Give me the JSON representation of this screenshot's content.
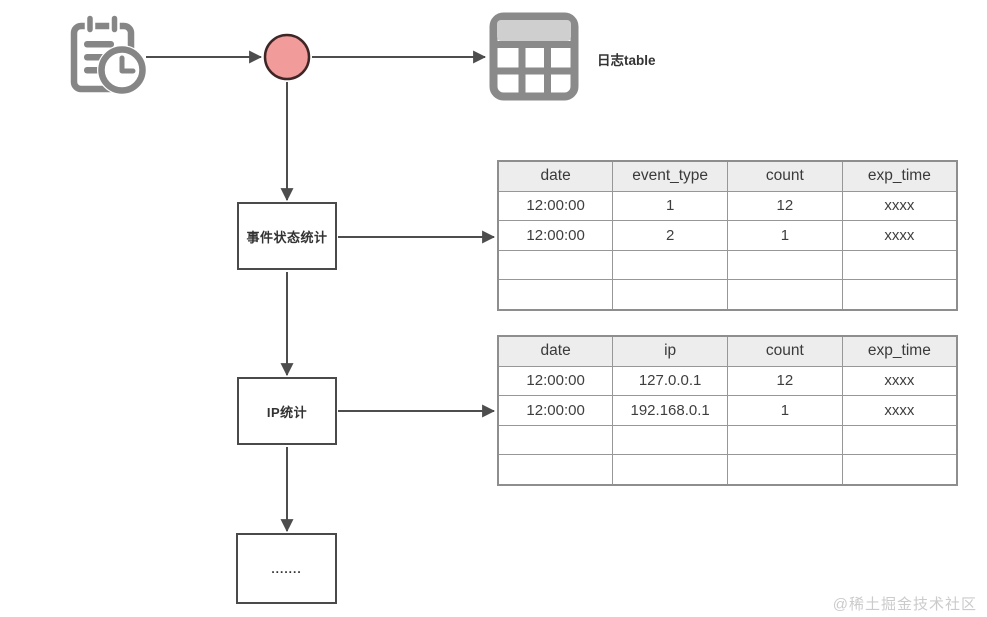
{
  "diagram": {
    "nodes": {
      "scheduler": {
        "icon": "calendar-clock-icon"
      },
      "start_circle": {
        "icon": "red-circle-node"
      },
      "log_table": {
        "label": "日志table",
        "icon": "table-icon"
      },
      "event_stats": {
        "label": "事件状态统计"
      },
      "ip_stats": {
        "label": "IP统计"
      },
      "more": {
        "label": "......."
      }
    }
  },
  "tables": [
    {
      "name": "event-stats-result",
      "columns": [
        "date",
        "event_type",
        "count",
        "exp_time"
      ],
      "rows": [
        [
          "12:00:00",
          "1",
          "12",
          "xxxx"
        ],
        [
          "12:00:00",
          "2",
          "1",
          "xxxx"
        ],
        [
          "",
          "",
          "",
          ""
        ],
        [
          "",
          "",
          "",
          ""
        ]
      ]
    },
    {
      "name": "ip-stats-result",
      "columns": [
        "date",
        "ip",
        "count",
        "exp_time"
      ],
      "rows": [
        [
          "12:00:00",
          "127.0.0.1",
          "12",
          "xxxx"
        ],
        [
          "12:00:00",
          "192.168.0.1",
          "1",
          "xxxx"
        ],
        [
          "",
          "",
          "",
          ""
        ],
        [
          "",
          "",
          "",
          ""
        ]
      ]
    }
  ],
  "watermark": "@稀土掘金技术社区",
  "colors": {
    "circle_fill": "#F29B9B",
    "circle_border": "#3F2626",
    "edge": "#4D4D4D",
    "icon_gray": "#868686",
    "table_border": "#979797",
    "table_header_bg": "#EDEDED"
  }
}
